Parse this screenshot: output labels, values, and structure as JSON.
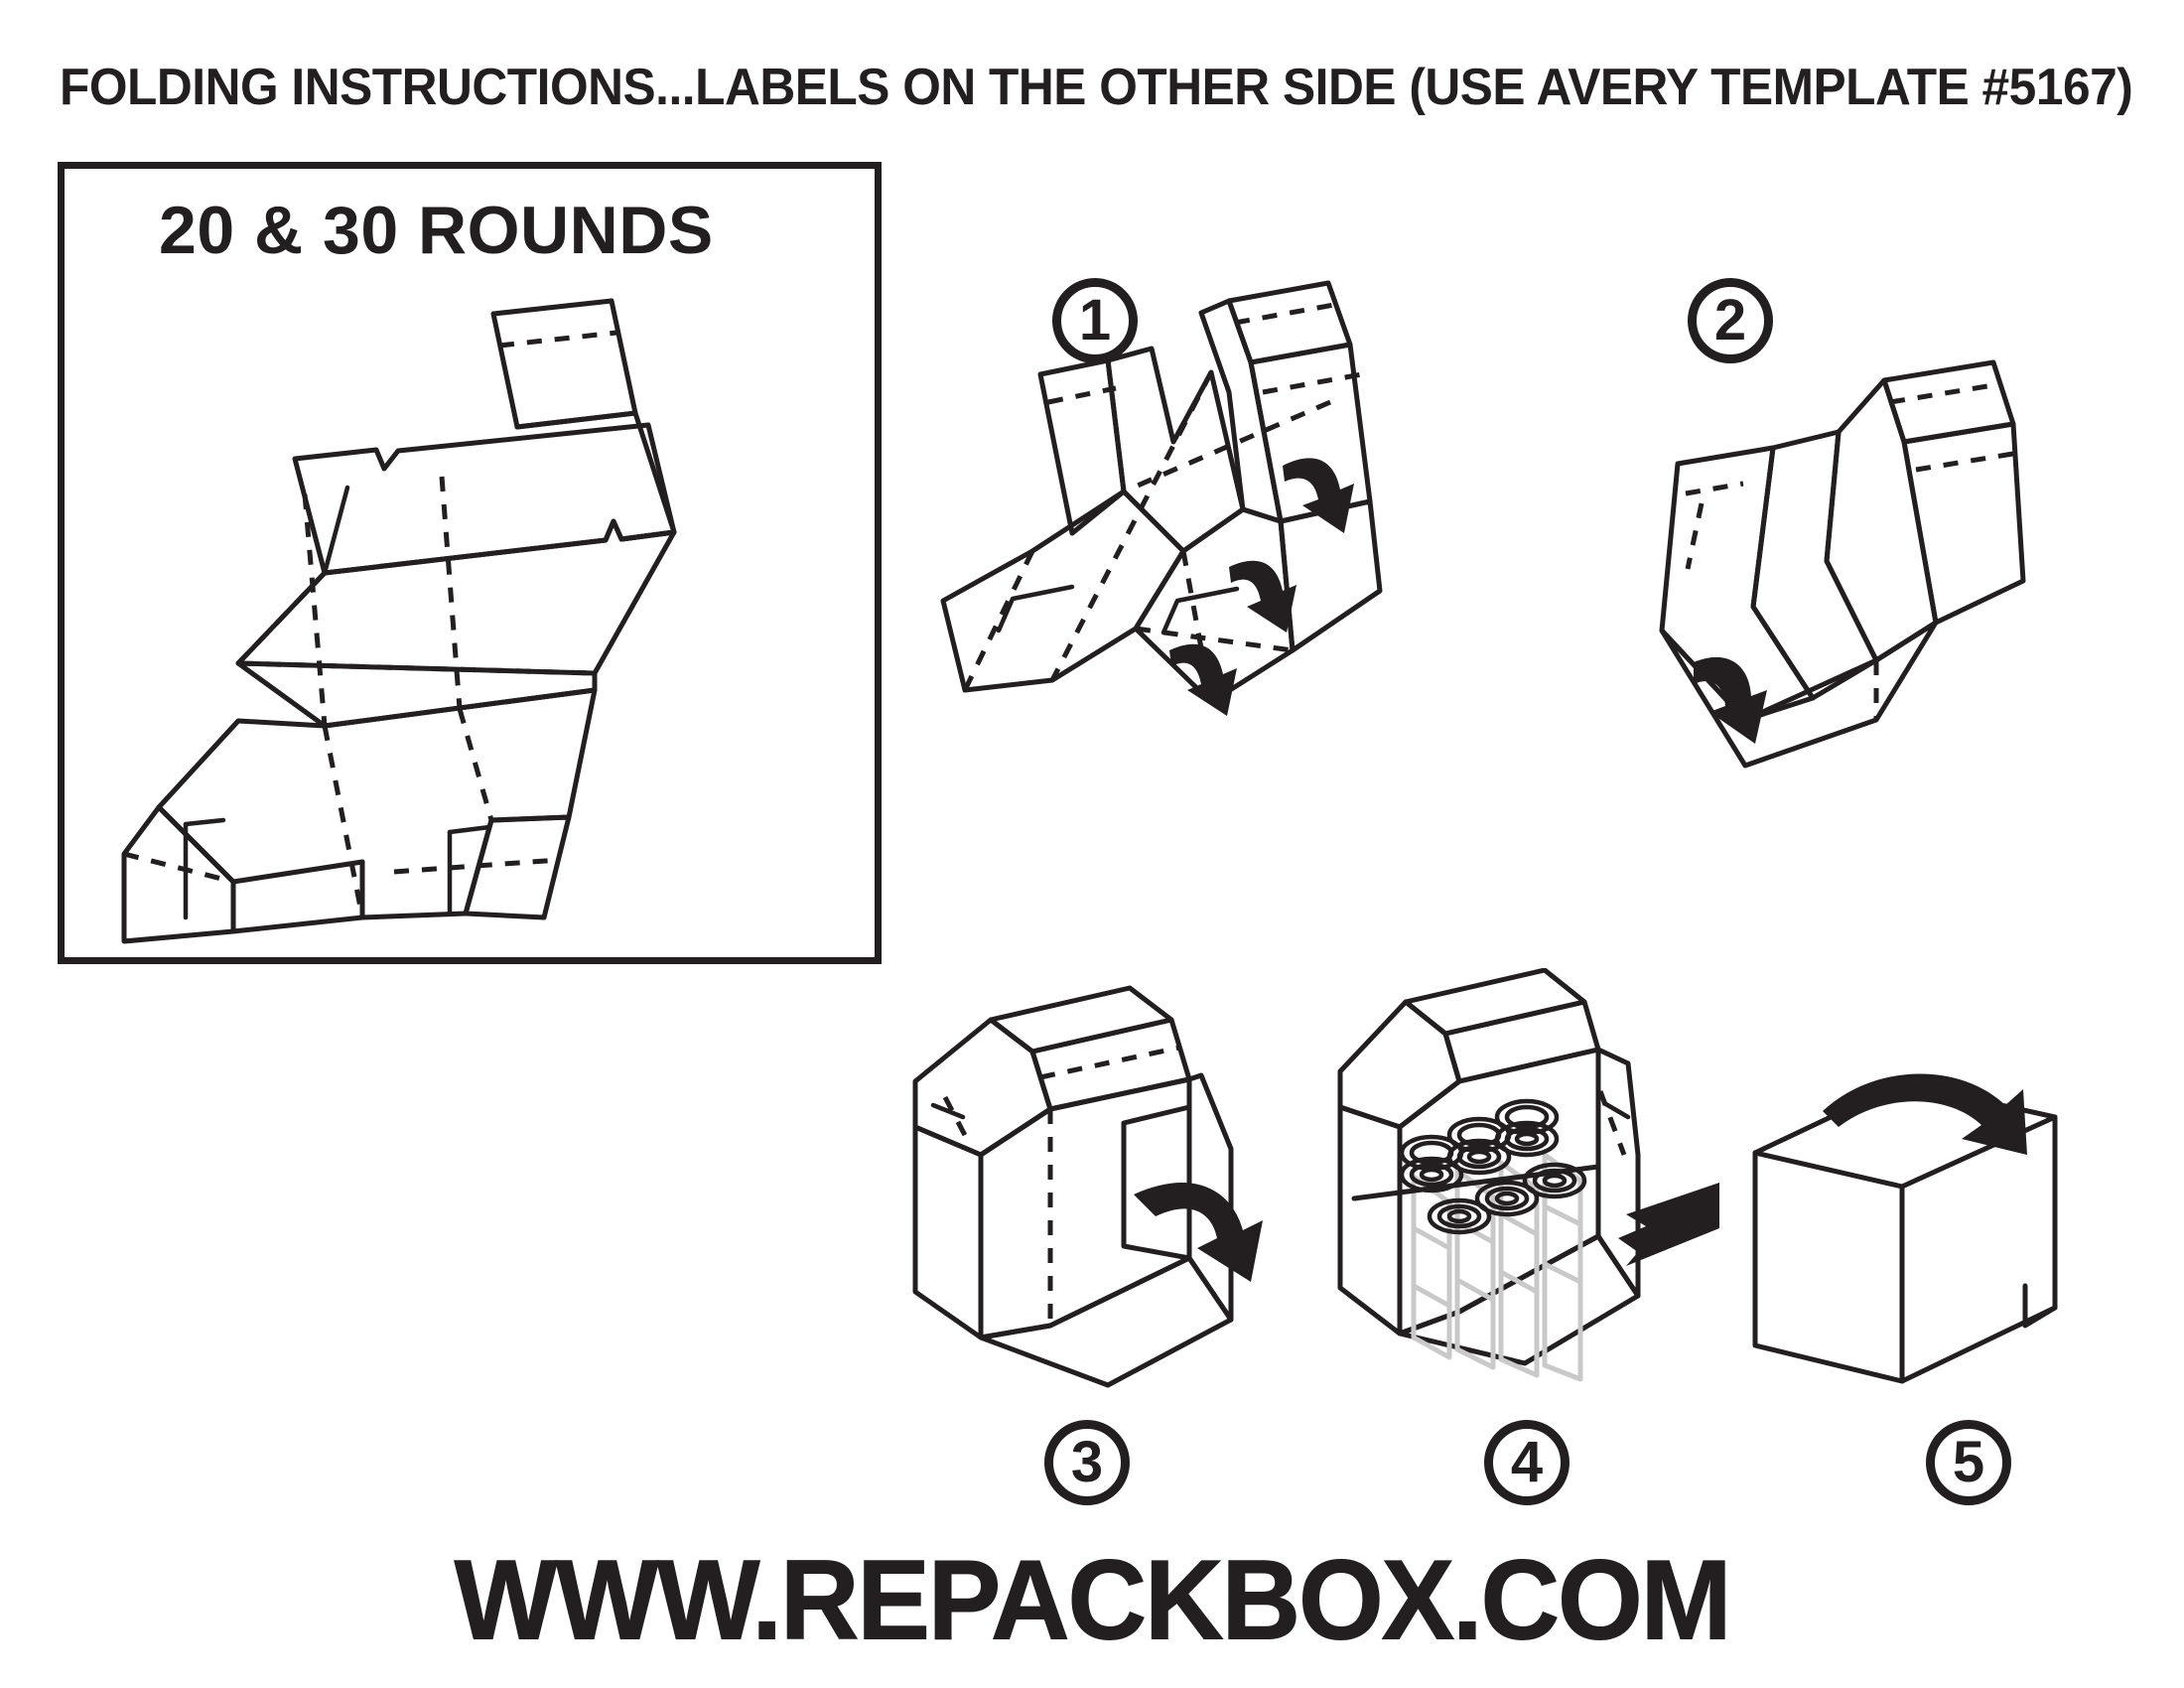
{
  "page": {
    "title": "FOLDING INSTRUCTIONS...LABELS ON THE OTHER SIDE (USE AVERY TEMPLATE #5167)",
    "background_color": "#ffffff",
    "ink_color": "#231f20",
    "ghost_color": "#c9c9c9"
  },
  "panel": {
    "heading": "20 & 30 ROUNDS",
    "art_name": "flat-die-cut-box-blank",
    "description": "Flat unfolded box blank shown in isometric view with solid cut outlines and dashed fold/score lines"
  },
  "steps": [
    {
      "number": "1",
      "art_name": "step-1-fold-side-panels",
      "description": "Partially folded blank with three curved arrows indicating upward folds of the side panels"
    },
    {
      "number": "2",
      "art_name": "step-2-fold-end-flap",
      "description": "Box walls raised into a U shape with one curved arrow indicating the bottom end flap folding up"
    },
    {
      "number": "3",
      "art_name": "step-3-close-side-wall",
      "description": "Open box with a curved arrow indicating the remaining side wall folding closed"
    },
    {
      "number": "4",
      "art_name": "step-4-insert-cartridges",
      "description": "Open box filled with cartridges, straight arrow pointing at the flap to be tucked in"
    },
    {
      "number": "5",
      "art_name": "step-5-close-lid",
      "description": "Closed box with a curved arrow over the top indicating the lid closing"
    }
  ],
  "footer": {
    "url": "WWW.REPACKBOX.COM"
  }
}
